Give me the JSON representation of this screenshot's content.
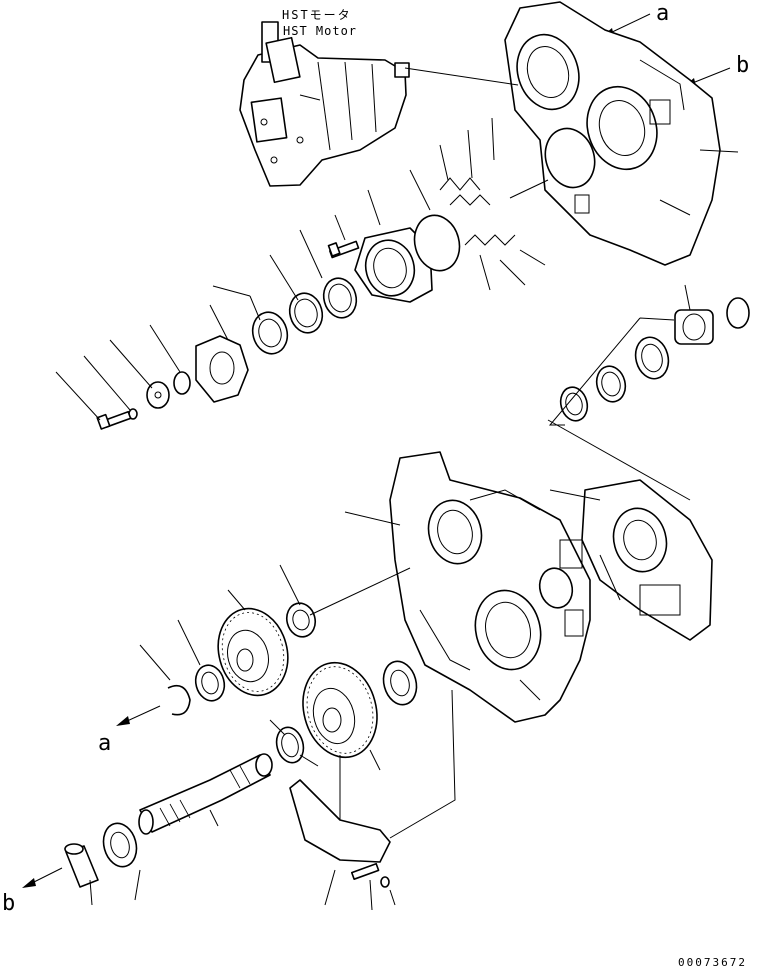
{
  "labels": {
    "motor_jp": "HSTモータ",
    "motor_en": "HST Motor",
    "ref_a_top": "a",
    "ref_b_top": "b",
    "ref_a_bottom": "a",
    "ref_b_bottom": "b",
    "drawing_number": "00073672"
  }
}
